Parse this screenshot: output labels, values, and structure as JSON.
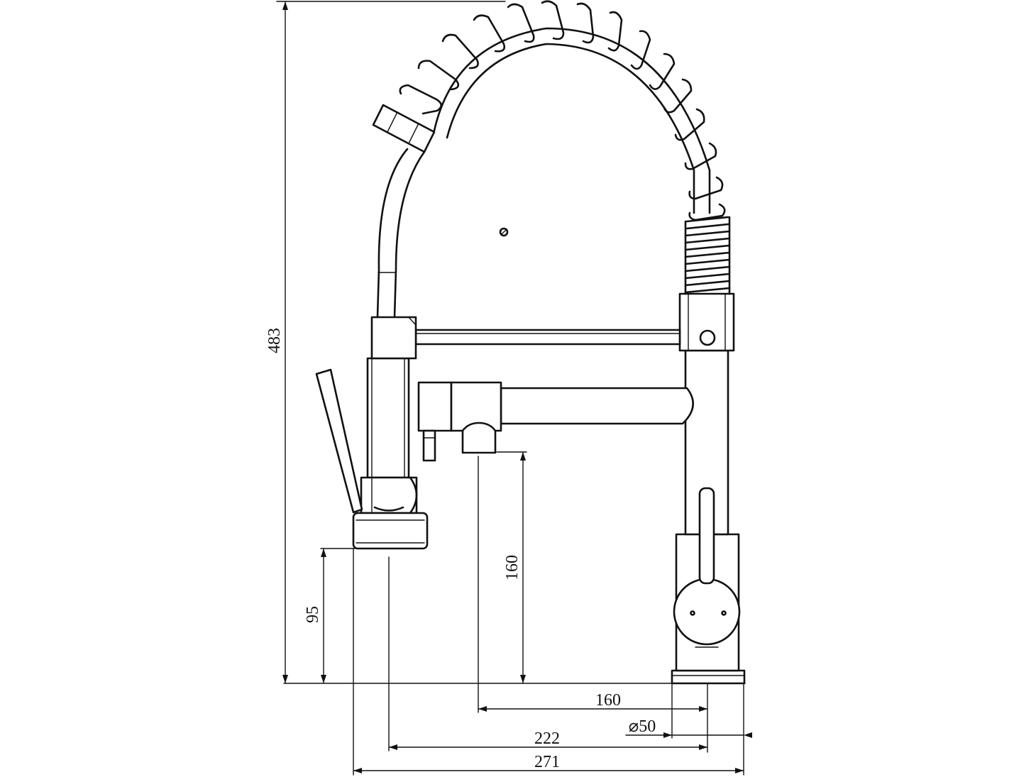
{
  "dimensions": {
    "total_height": "483",
    "spout_height": "95",
    "outlet_height": "160",
    "outlet_reach": "160",
    "base_diameter": "⌀50",
    "spray_reach": "222",
    "total_depth": "271"
  },
  "colors": {
    "line": "#111111",
    "background": "#ffffff"
  }
}
